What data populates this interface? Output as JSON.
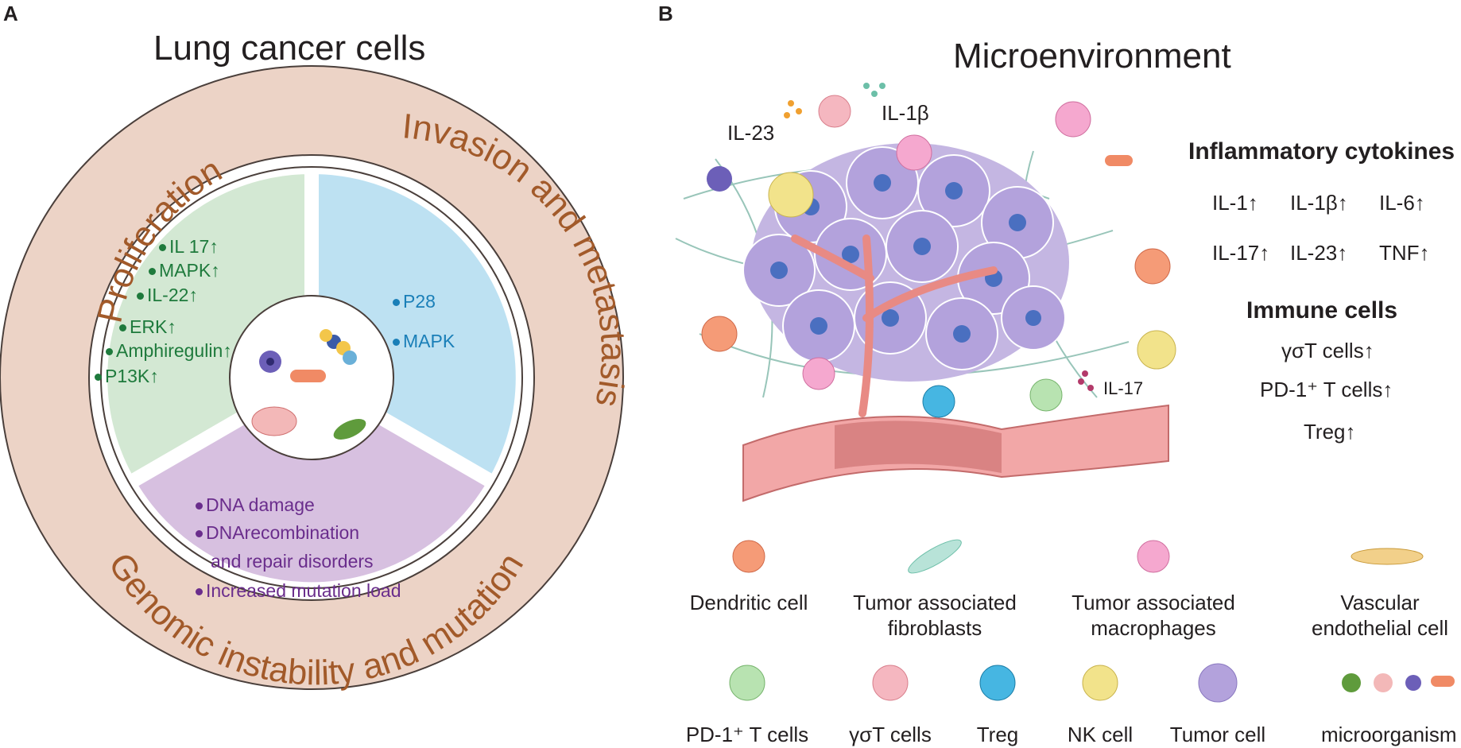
{
  "panel_a": {
    "letter": "A",
    "title": "Lung cancer cells",
    "ring_labels": {
      "left": "Proliferation",
      "right": "Invasion and metastasis",
      "bottom": "Genomic instability and mutation"
    },
    "proliferation_items": [
      "IL 17↑",
      "MAPK↑",
      "IL-22↑",
      "ERK↑",
      "Amphiregulin↑",
      "P13K↑"
    ],
    "invasion_items": [
      "P28",
      "MAPK"
    ],
    "genomic_items": [
      "DNA damage",
      "DNArecombination",
      "and repair disorders",
      "Increased mutation load"
    ],
    "colors": {
      "ring": "#ecd3c6",
      "green": "#d3e8d3",
      "blue": "#bde1f2",
      "purple": "#d7c0e0",
      "ring_text": "#a25a2a"
    }
  },
  "panel_b": {
    "letter": "B",
    "title": "Microenvironment",
    "diagram_labels": {
      "il23": "IL-23",
      "il1b": "IL-1β",
      "il17": "IL-17"
    },
    "cytokines_heading": "Inflammatory cytokines",
    "cytokines": [
      "IL-1↑",
      "IL-1β↑",
      "IL-6↑",
      "IL-17↑",
      "IL-23↑",
      "TNF↑"
    ],
    "immune_heading": "Immune cells",
    "immune": [
      "γσT cells↑",
      "PD-1⁺ T cells↑",
      "Treg↑"
    ],
    "legend_row1": [
      "Dendritic cell",
      "Tumor associated fibroblasts",
      "Tumor associated macrophages",
      "Vascular endothelial cell"
    ],
    "legend_row2": [
      "PD-1⁺ T cells",
      "γσT cells",
      "Treg",
      "NK cell",
      "Tumor cell",
      "microorganism"
    ]
  }
}
